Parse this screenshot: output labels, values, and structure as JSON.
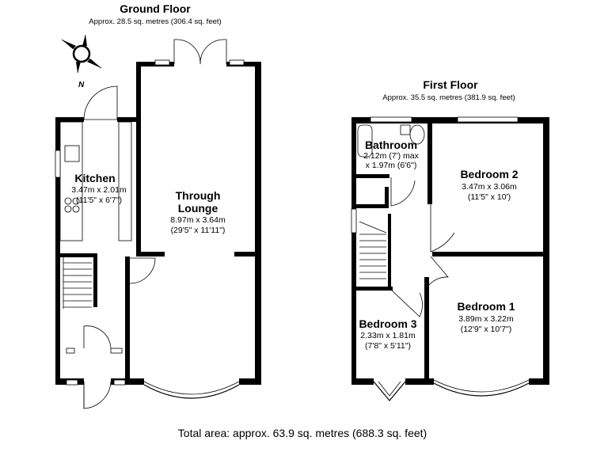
{
  "ground_floor": {
    "title": "Ground Floor",
    "area": "Approx. 28.5 sq. metres (306.4 sq. feet)",
    "compass_label": "N",
    "rooms": [
      {
        "id": "kitchen",
        "name": "Kitchen",
        "dim_metric": "3.47m x 2.01m",
        "dim_imperial": "(11'5\" x 6'7\")"
      },
      {
        "id": "through-lounge",
        "name_line1": "Through",
        "name_line2": "Lounge",
        "dim_metric": "8.97m x 3.64m",
        "dim_imperial": "(29'5\" x 11'11\")"
      }
    ]
  },
  "first_floor": {
    "title": "First Floor",
    "area": "Approx. 35.5 sq. metres (381.9 sq. feet)",
    "rooms": [
      {
        "id": "bathroom",
        "name": "Bathroom",
        "dim_metric": "2.12m (7') max",
        "dim_imperial": "x 1.97m (6'6\")"
      },
      {
        "id": "bedroom-2",
        "name": "Bedroom 2",
        "dim_metric": "3.47m x 3.06m",
        "dim_imperial": "(11'5\" x 10')"
      },
      {
        "id": "bedroom-1",
        "name": "Bedroom 1",
        "dim_metric": "3.89m x 3.22m",
        "dim_imperial": "(12'9\" x 10'7\")"
      },
      {
        "id": "bedroom-3",
        "name": "Bedroom 3",
        "dim_metric": "2.33m x 1.81m",
        "dim_imperial": "(7'8\" x 5'11\")"
      }
    ]
  },
  "total_area": "Total area: approx. 63.9 sq. metres (688.3 sq. feet)"
}
